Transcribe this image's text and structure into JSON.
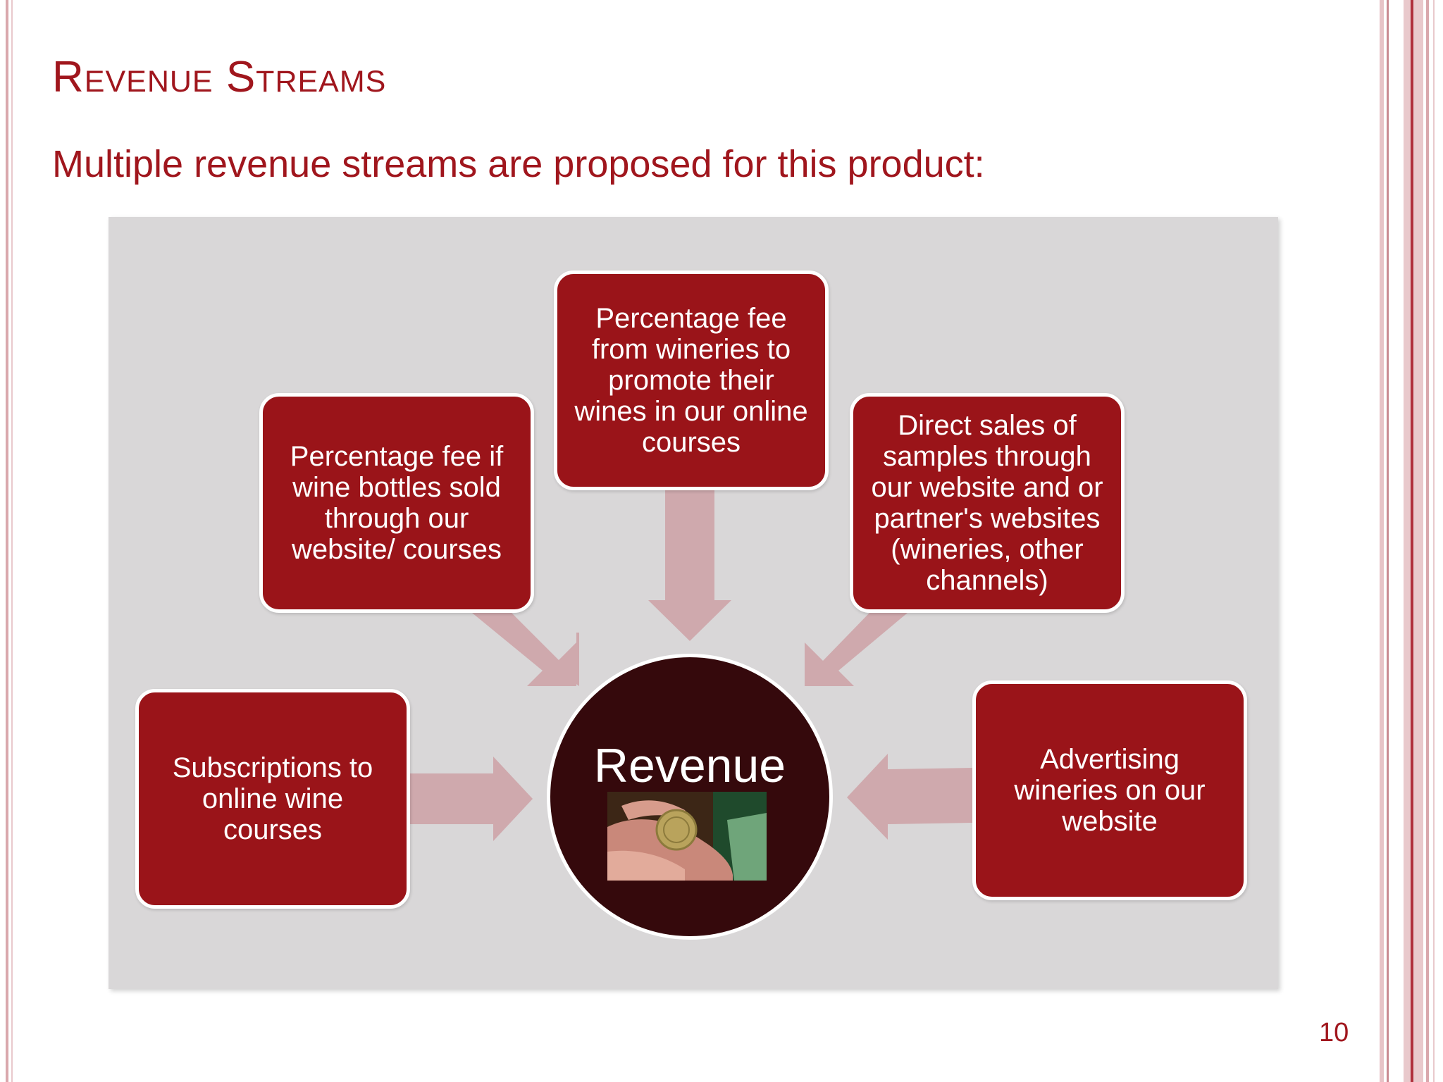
{
  "slide": {
    "title": "Revenue Streams",
    "subtitle": "Multiple revenue streams are proposed for this product:",
    "page_number": "10"
  },
  "diagram": {
    "center_label": "Revenue",
    "center_image_icon": "coin-in-hand-photo",
    "nodes": [
      {
        "id": "subscriptions",
        "label": "Subscriptions to online wine courses"
      },
      {
        "id": "bottle-fee",
        "label": "Percentage fee if wine bottles sold through our website/ courses"
      },
      {
        "id": "winery-fee",
        "label": "Percentage fee from wineries to promote their wines in our online courses"
      },
      {
        "id": "direct-sales",
        "label": "Direct sales of samples through our website and or partner's websites (wineries, other channels)"
      },
      {
        "id": "advertising",
        "label": "Advertising wineries on our website"
      }
    ]
  },
  "colors": {
    "accent": "#a0161d",
    "node_fill": "#9a1419",
    "center_fill": "#35090c",
    "arrow_fill": "#cfa9ad",
    "panel_bg": "#d9d7d8"
  }
}
